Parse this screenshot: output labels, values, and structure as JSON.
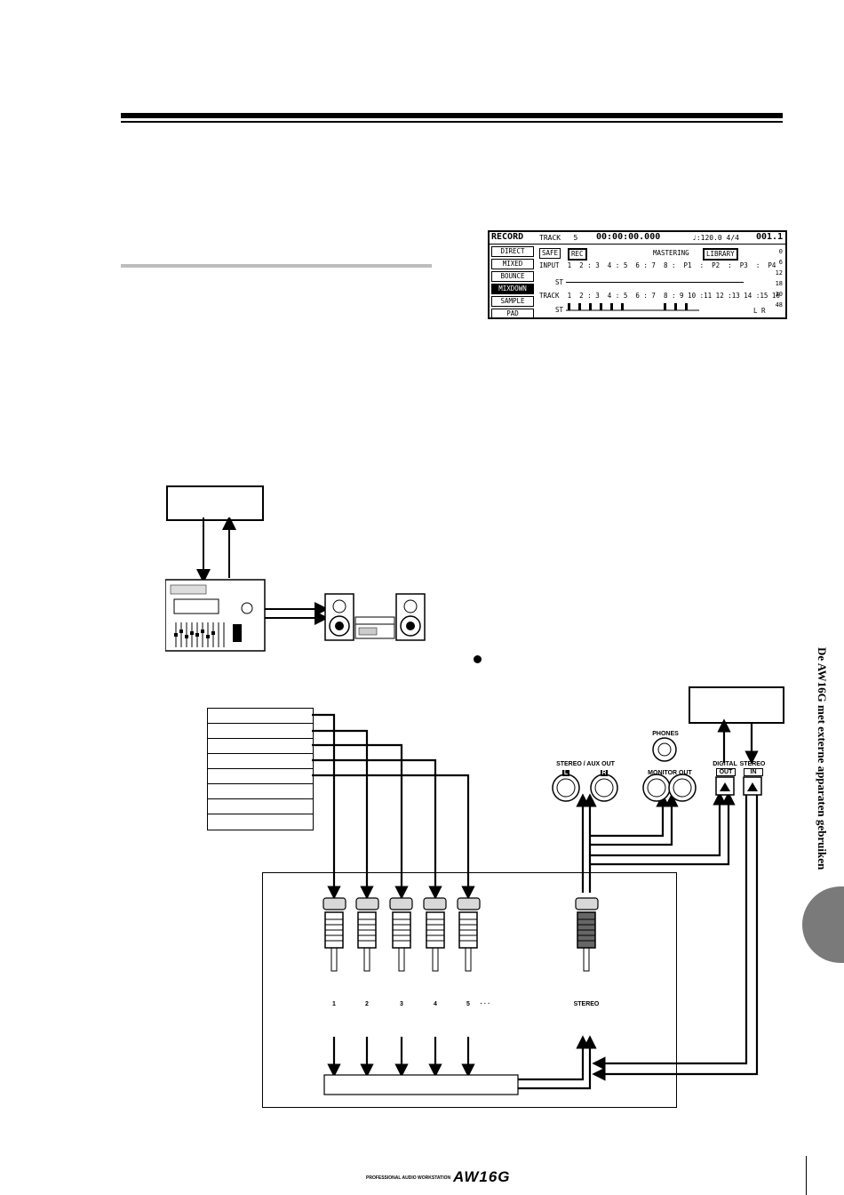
{
  "lcd": {
    "title": "RECORD",
    "track_label": "TRACK",
    "track_num": "5",
    "time": "00:00:00.000",
    "tempo": "♩:120.0 4/4",
    "bar": "001.1",
    "menu": [
      "DIRECT",
      "MIXED",
      "BOUNCE",
      "MIXDOWN",
      "SAMPLE",
      "PAD"
    ],
    "safe": "SAFE",
    "rec": "REC",
    "mastering": "MASTERING",
    "library": "LIBRARY",
    "input_row": "INPUT  1  2 : 3  4 : 5  6 : 7  8 :  P1  :  P2  :  P3  :  P4",
    "st": "ST",
    "track_row": "TRACK  1  2 : 3  4 : 5  6 : 7  8 : 9 10 :11 12 :13 14 :15 16",
    "meter": [
      "0",
      "6",
      "12",
      "18",
      "30",
      "48"
    ],
    "lr": "L R"
  },
  "side_tab": {
    "text": "De AW16G met externe apparaten gebruiken"
  },
  "diagram": {
    "phones": "PHONES",
    "stereo_aux_out": "STEREO / AUX  OUT",
    "l": "L",
    "r": "R",
    "monitor_out": "MONITOR  OUT",
    "digital_out_1": "DIGITAL",
    "digital_out_2": "OUT",
    "stereo_in_1": "STEREO",
    "stereo_in_2": "IN",
    "channels": [
      "1",
      "2",
      "3",
      "4",
      "5"
    ],
    "ellipsis": "· · ·",
    "stereo": "STEREO"
  },
  "footer": {
    "brand_small": "PROFESSIONAL AUDIO WORKSTATION",
    "brand_logo": "AW16G"
  }
}
